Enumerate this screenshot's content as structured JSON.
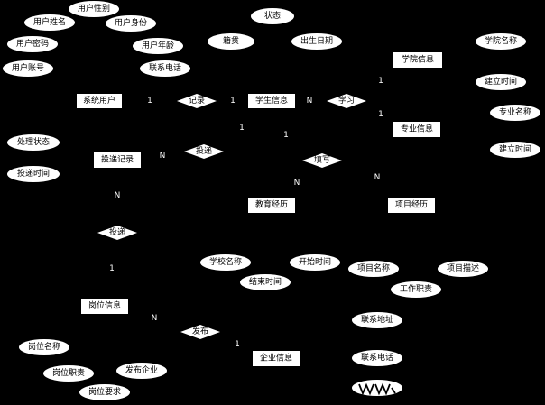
{
  "colors": {
    "background": "#000000",
    "shape_fill": "#ffffff",
    "text": "#000000",
    "card_text": "#ffffff"
  },
  "entities": {
    "system_user": "系统用户",
    "student_info": "学生信息",
    "college_info": "学院信息",
    "major_info": "专业信息",
    "delivery_record": "投递记录",
    "education": "教育经历",
    "project": "项目经历",
    "job_info": "岗位信息",
    "company_info": "企业信息"
  },
  "relationships": {
    "record": "记录",
    "study": "学习",
    "deliver1": "投递",
    "fill": "填写",
    "deliver2": "投递",
    "publish": "发布"
  },
  "attributes": {
    "user_gender": "用户性别",
    "user_name": "用户姓名",
    "user_id_card": "用户身份",
    "user_password": "用户密码",
    "user_age": "用户年龄",
    "user_account": "用户账号",
    "contact_phone1": "联系电话",
    "status": "状态",
    "ethnicity": "籍贯",
    "birth_date": "出生日期",
    "college_name": "学院名称",
    "setup_time1": "建立时间",
    "major_name": "专业名称",
    "setup_time2": "建立时间",
    "process_status": "处理状态",
    "delivery_time": "投递时间",
    "school_name": "学校名称",
    "start_time": "开始时间",
    "end_time": "结束时间",
    "project_name": "项目名称",
    "project_desc": "项目描述",
    "work_duty": "工作职责",
    "contact_address": "联系地址",
    "contact_phone2": "联系电话",
    "job_name": "岗位名称",
    "job_duty": "岗位职责",
    "publish_company": "发布企业",
    "job_requirement": "岗位要求"
  },
  "cardinalities": {
    "user_record": "1",
    "record_student": "1",
    "student_study": "N",
    "study_college": "1",
    "study_major": "1",
    "student_deliver": "1",
    "deliver_record": "N",
    "student_fill": "1",
    "fill_edu": "N",
    "fill_project": "N",
    "record_deliver2": "N",
    "deliver2_job": "1",
    "job_publish": "N",
    "publish_company": "1"
  }
}
